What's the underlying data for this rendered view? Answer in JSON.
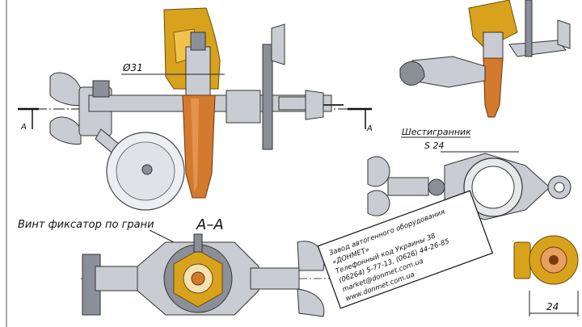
{
  "labels": {
    "diameter": "Ø31",
    "section_marker_left": "A",
    "section_marker_right": "A",
    "hexagon": "Шестигранник",
    "hex_size": "S 24",
    "fixing_screw": "Винт фиксатор по грани",
    "section_title": "A–A",
    "dim_24": "24"
  },
  "stamp": {
    "lines": [
      "Завод автогенного оборудования",
      "«ДОНМЕТ»",
      "Телефонный код Украины 38",
      "(06264) 5-77-13, (0626) 44-26-85",
      "market@donmet.com.ua",
      "www.donmet.com.ua"
    ]
  },
  "colors": {
    "brass": "#d9a21d",
    "copper": "#d37a2e",
    "steel": "#c9ccd2"
  }
}
